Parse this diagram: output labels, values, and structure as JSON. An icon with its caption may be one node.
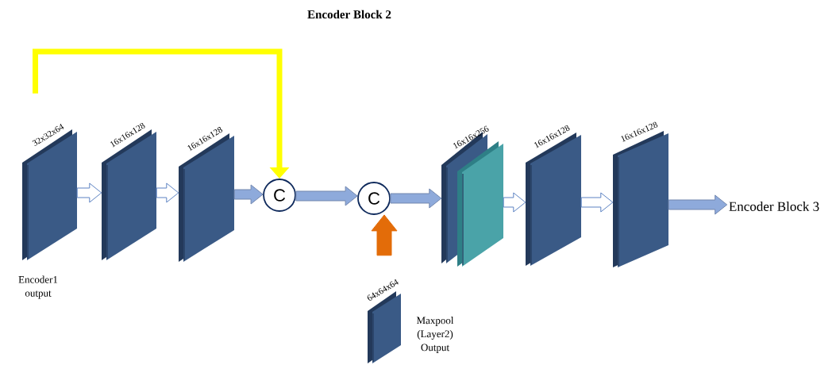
{
  "diagram": {
    "title": "Encoder Block 2",
    "nodes": [
      {
        "text": [
          "32x32x64"
        ],
        "beside": [
          "Encoder1 output"
        ]
      },
      {
        "text": [
          "16x16x128"
        ]
      },
      {
        "text": [
          "16x16x128"
        ]
      },
      {
        "text": [
          "C"
        ]
      },
      {
        "text": [
          "C"
        ]
      },
      {
        "text": [
          "16x16x256"
        ]
      },
      {
        "text": [
          "16x16x128"
        ]
      },
      {
        "text": [
          "16x16x128"
        ]
      },
      {
        "text": [
          "Encoder Block 3"
        ]
      },
      {
        "text": [
          "64x64x64"
        ],
        "beside": [
          "Maxpool (Layer2) Output"
        ]
      }
    ],
    "edges": [
      {
        "from": 0,
        "to": 1,
        "arrow": "to"
      },
      {
        "from": 1,
        "to": 2,
        "arrow": "to"
      },
      {
        "from": 2,
        "to": 3,
        "arrow": "to",
        "color": "#8eaadb"
      },
      {
        "from": 3,
        "to": 4,
        "arrow": "to",
        "color": "#8eaadb"
      },
      {
        "from": 4,
        "to": 5,
        "arrow": "to",
        "color": "#8eaadb"
      },
      {
        "from": 5,
        "to": 6,
        "arrow": "to"
      },
      {
        "from": 6,
        "to": 7,
        "arrow": "to"
      },
      {
        "from": 7,
        "to": 8,
        "arrow": "to",
        "color": "#8eaadb"
      },
      {
        "from": 0,
        "to": 3,
        "arrow": "to",
        "color": "#ffff00"
      },
      {
        "from": 9,
        "to": 4,
        "arrow": "to",
        "color": "#e36c09"
      }
    ]
  }
}
